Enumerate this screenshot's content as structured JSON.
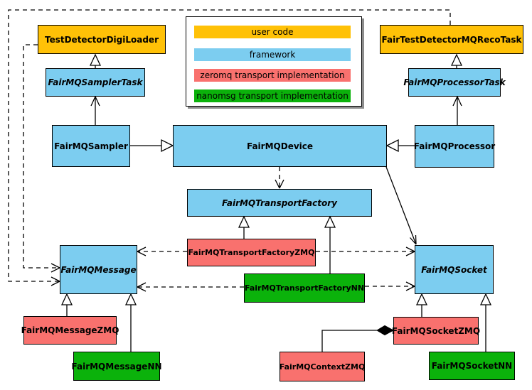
{
  "colors": {
    "user_code": "#FFC107",
    "framework": "#7CCDF0",
    "zeromq": "#F9716E",
    "nanomsg": "#0BB20B"
  },
  "legend": {
    "items": [
      {
        "label": "user code",
        "color": "#FFC107"
      },
      {
        "label": "framework",
        "color": "#7CCDF0"
      },
      {
        "label": "zeromq transport implementation",
        "color": "#F9716E"
      },
      {
        "label": "nanomsg transport implementation",
        "color": "#0BB20B"
      }
    ]
  },
  "nodes": {
    "test_detector_digi_loader": {
      "label": "TestDetectorDigiLoader",
      "category": "user code"
    },
    "fair_test_detector_mq_reco_task": {
      "label": "FairTestDetectorMQRecoTask",
      "category": "user code"
    },
    "fairmq_sampler_task": {
      "label": "FairMQSamplerTask",
      "category": "framework",
      "abstract": true
    },
    "fairmq_processor_task": {
      "label": "FairMQProcessorTask",
      "category": "framework",
      "abstract": true
    },
    "fairmq_sampler": {
      "label": "FairMQSampler",
      "category": "framework"
    },
    "fairmq_device": {
      "label": "FairMQDevice",
      "category": "framework"
    },
    "fairmq_processor": {
      "label": "FairMQProcessor",
      "category": "framework"
    },
    "fairmq_transport_factory": {
      "label": "FairMQTransportFactory",
      "category": "framework",
      "abstract": true
    },
    "fairmq_transport_factory_zmq": {
      "label": "FairMQTransportFactoryZMQ",
      "category": "zeromq transport implementation"
    },
    "fairmq_transport_factory_nn": {
      "label": "FairMQTransportFactoryNN",
      "category": "nanomsg transport implementation"
    },
    "fairmq_message": {
      "label": "FairMQMessage",
      "category": "framework",
      "abstract": true
    },
    "fairmq_socket": {
      "label": "FairMQSocket",
      "category": "framework",
      "abstract": true
    },
    "fairmq_message_zmq": {
      "label": "FairMQMessageZMQ",
      "category": "zeromq transport implementation"
    },
    "fairmq_message_nn": {
      "label": "FairMQMessageNN",
      "category": "nanomsg transport implementation"
    },
    "fairmq_socket_zmq": {
      "label": "FairMQSocketZMQ",
      "category": "zeromq transport implementation"
    },
    "fairmq_socket_nn": {
      "label": "FairMQSocketNN",
      "category": "nanomsg transport implementation"
    },
    "fairmq_context_zmq": {
      "label": "FairMQContextZMQ",
      "category": "zeromq transport implementation"
    }
  }
}
